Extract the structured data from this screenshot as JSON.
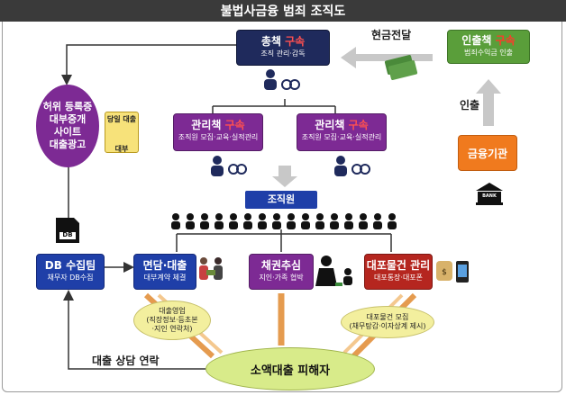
{
  "title": "불법사금융 범죄 조직도",
  "boss": {
    "role": "총책",
    "arrest": "구속",
    "desc": "조직 관리·감독"
  },
  "cash_in": {
    "role": "인출책",
    "arrest": "구속",
    "desc": "범죄수익금 인출"
  },
  "managers": [
    {
      "role": "관리책",
      "arrest": "구속",
      "desc": "조직원 모집·교육·실적관리"
    },
    {
      "role": "관리책",
      "arrest": "구속",
      "desc": "조직원 모집·교육·실적관리"
    }
  ],
  "fake_ad": {
    "lines": [
      "허위 등록증",
      "대부중개",
      "사이트",
      "대출광고"
    ]
  },
  "sticker": {
    "line1": "당일 대출",
    "line2": "대부"
  },
  "bank": {
    "label": "금융기관",
    "icon_text": "BANK"
  },
  "arrows": {
    "cash_delivery": "현금전달",
    "withdraw": "인출",
    "loan_consult": "대출 상담 연락"
  },
  "org_member": "조직원",
  "db_icon_text": "DB",
  "teams": [
    {
      "title": "DB 수집팀",
      "desc": "채무자 DB수집"
    },
    {
      "title": "면담·대출",
      "desc": "대부계약 체결"
    },
    {
      "title": "채권추심",
      "desc": "지인·가족 협박"
    },
    {
      "title": "대포물건 관리",
      "desc": "대포통장·대포폰"
    }
  ],
  "notes": {
    "loan_sales": [
      "대출영업",
      "(직장정보·등초본",
      "·지인 연락처)"
    ],
    "fake_goods": [
      "대포물건 모집",
      "(채무탕감·이자상계 제시)"
    ]
  },
  "victim": "소액대출 피해자",
  "colors": {
    "navy": "#1f2a5c",
    "blue": "#1f3fa8",
    "purple": "#7d2a94",
    "red": "#b5261f",
    "green": "#5a9e3a",
    "orange": "#f07a1e",
    "arrest": "#ff5050"
  },
  "icons": [
    "handcuff-person-icon",
    "cash-icon",
    "bank-icon",
    "db-document-icon",
    "people-row-icon",
    "money-bag-icon",
    "phone-icon"
  ]
}
